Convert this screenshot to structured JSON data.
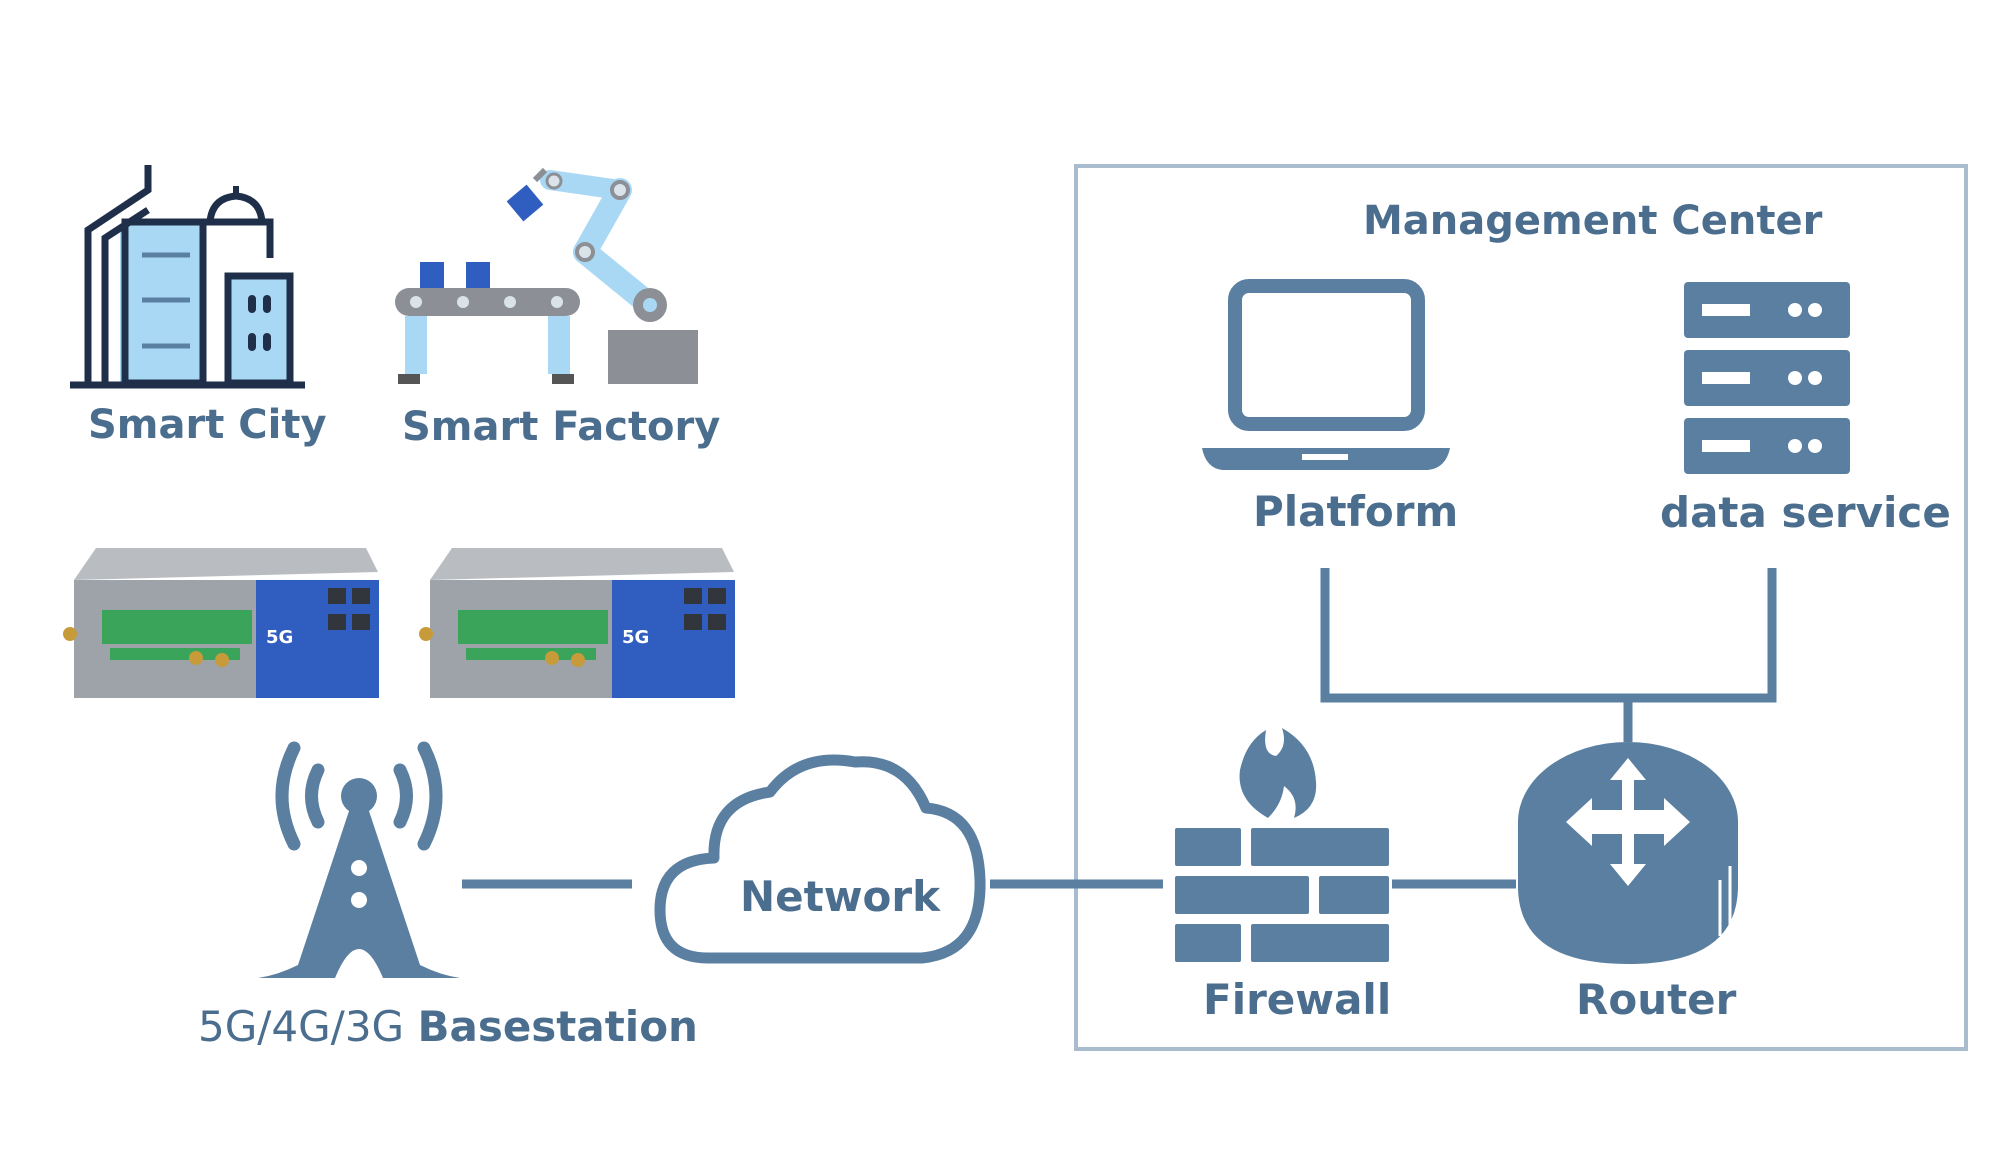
{
  "colors": {
    "primary": "#5a7fa1",
    "label": "#4b6e8f",
    "frame": "#a9bccd",
    "navy": "#1f2f4a",
    "light_blue": "#a9d8f5",
    "device_blue": "#2f5dc0",
    "device_gray": "#8c9096",
    "terminal_green": "#3aa55a"
  },
  "labels": {
    "smart_city": "Smart City",
    "smart_factory": "Smart Factory",
    "management_center": "Management Center",
    "platform": "Platform",
    "data_service": "data service",
    "network": "Network",
    "basestation_bands": "5G/4G/3G",
    "basestation_word": "Basestation",
    "firewall": "Firewall",
    "router": "Router"
  },
  "device_badge": "5G",
  "icons": {
    "city": "smart-city-icon",
    "factory": "robot-arm-conveyor-icon",
    "laptop": "laptop-icon",
    "server": "server-rack-icon",
    "tower": "cell-tower-icon",
    "cloud": "cloud-icon",
    "firewall": "firewall-icon",
    "router": "router-icon",
    "gateway": "industrial-5g-router-device"
  }
}
